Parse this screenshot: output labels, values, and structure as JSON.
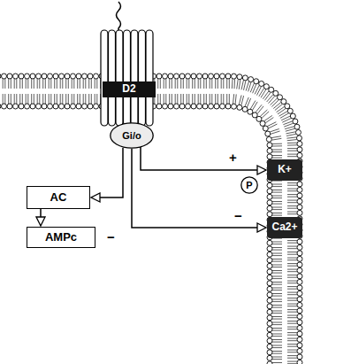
{
  "diagram": {
    "nodes": [
      {
        "text": [
          "D2"
        ]
      },
      {
        "text": [
          "Gi/o"
        ]
      },
      {
        "text": [
          "K+"
        ]
      },
      {
        "text": [
          "P"
        ]
      },
      {
        "text": [
          "AC"
        ]
      },
      {
        "text": [
          "Ca2+"
        ]
      },
      {
        "text": [
          "AMPc"
        ]
      }
    ],
    "edges": [
      {
        "from": 1,
        "to": 4,
        "arrow": "to"
      },
      {
        "from": 1,
        "to": 2,
        "arrow": "to"
      },
      {
        "from": 1,
        "to": 5,
        "arrow": "to"
      },
      {
        "from": 4,
        "to": 6,
        "arrow": "to"
      }
    ],
    "labels": [
      "+",
      "−",
      "−"
    ]
  }
}
